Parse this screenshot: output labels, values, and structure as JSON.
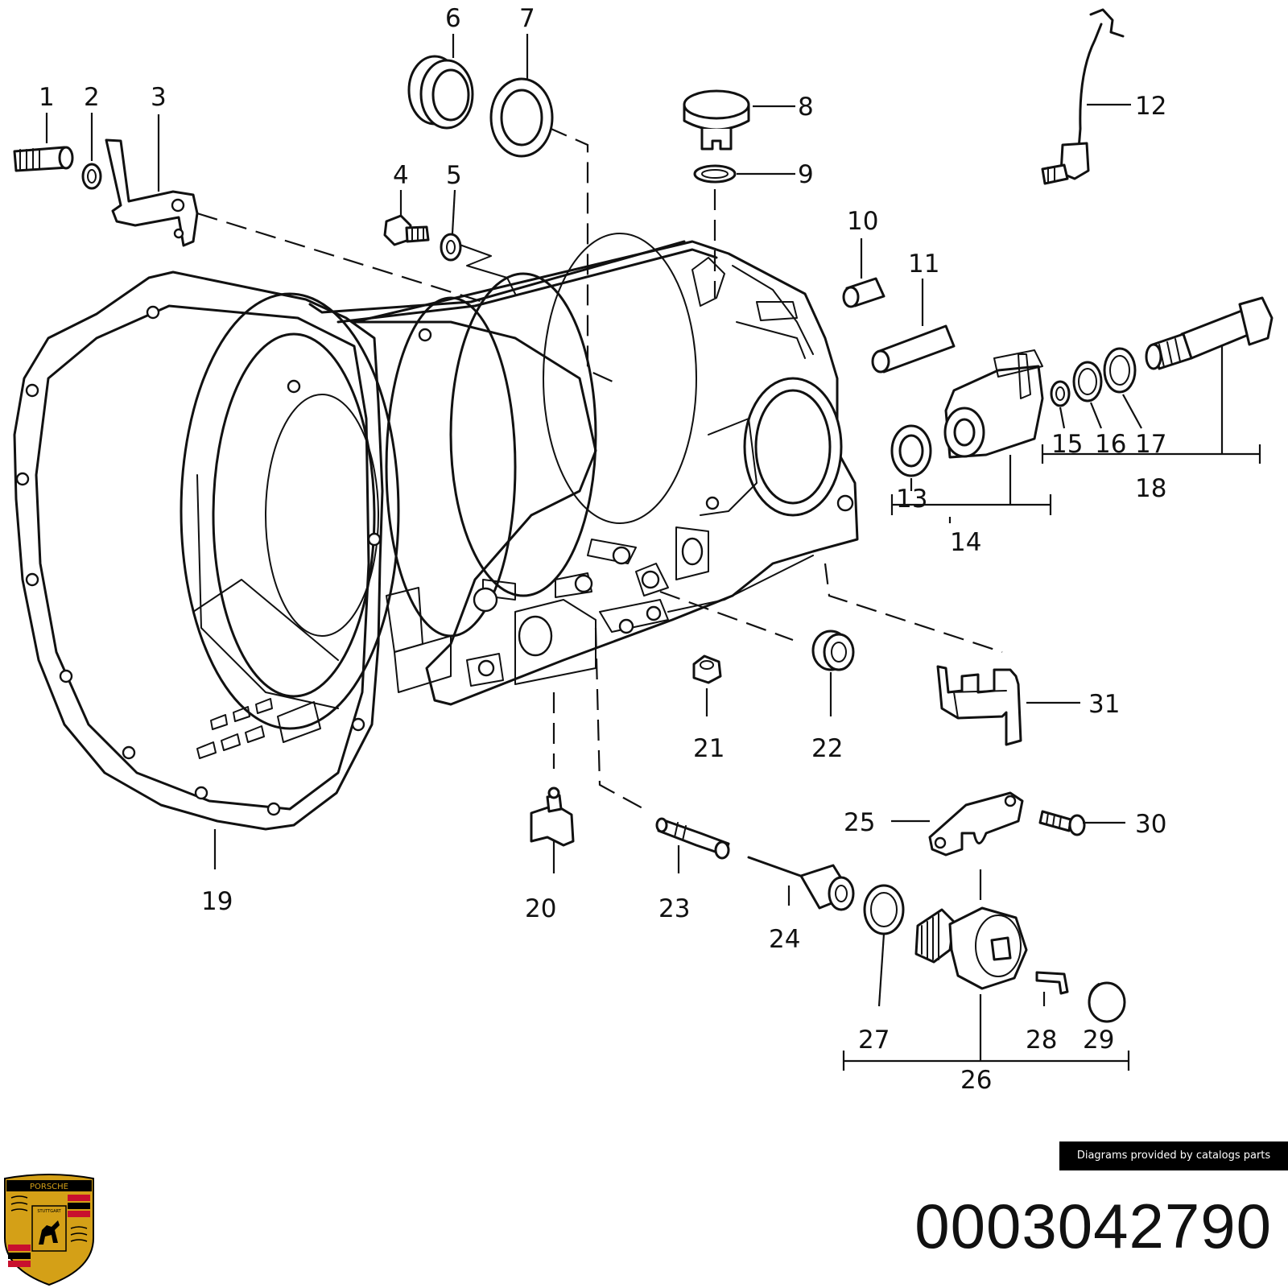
{
  "diagram": {
    "callouts": {
      "c1": "1",
      "c2": "2",
      "c3": "3",
      "c4": "4",
      "c5": "5",
      "c6": "6",
      "c7": "7",
      "c8": "8",
      "c9": "9",
      "c10": "10",
      "c11": "11",
      "c12": "12",
      "c13": "13",
      "c14": "14",
      "c15": "15",
      "c16": "16",
      "c17": "17",
      "c18": "18",
      "c19": "19",
      "c20": "20",
      "c21": "21",
      "c22": "22",
      "c23": "23",
      "c24": "24",
      "c25": "25",
      "c26": "26",
      "c27": "27",
      "c28": "28",
      "c29": "29",
      "c30": "30",
      "c31": "31"
    }
  },
  "credit": "Diagrams provided by catalogs parts",
  "part_number": "0003042790",
  "logo": {
    "name": "porsche-crest",
    "text_top": "PORSCHE",
    "text_center": "STUTTGART",
    "colors": {
      "red": "#c8102e",
      "gold": "#d4a017",
      "black": "#000000"
    }
  }
}
